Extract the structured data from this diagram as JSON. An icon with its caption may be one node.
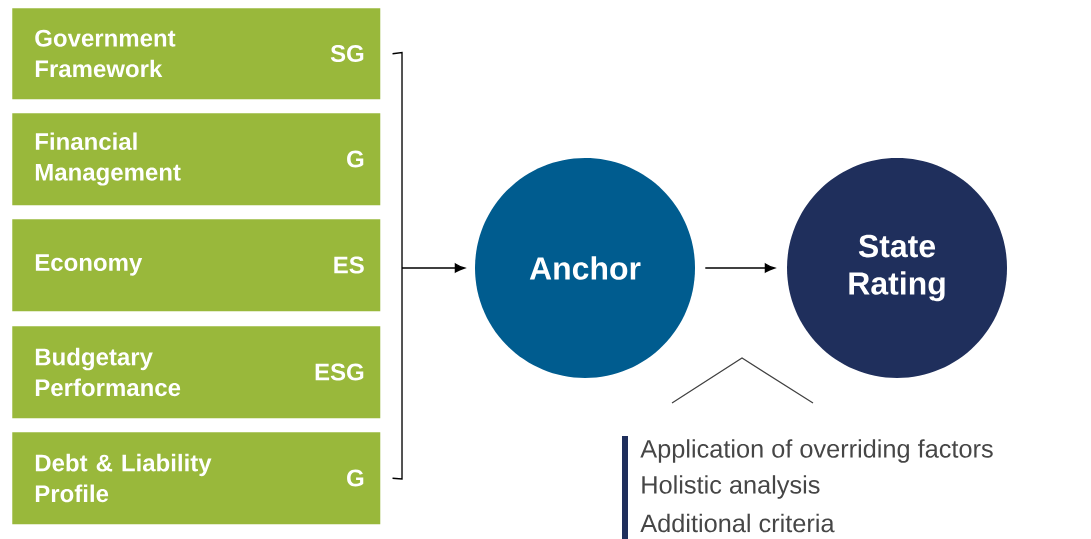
{
  "diagram": {
    "nodes": [
      {
        "text": [
          "Government Framework",
          "SG"
        ]
      },
      {
        "text": [
          "Financial Management",
          "G"
        ]
      },
      {
        "text": [
          "Economy",
          "ES"
        ]
      },
      {
        "text": [
          "Budgetary Performance",
          "ESG"
        ]
      },
      {
        "text": [
          "Debt & Liability Profile",
          "G"
        ]
      },
      {
        "text": [
          "Anchor"
        ]
      },
      {
        "text": [
          "State Rating"
        ]
      }
    ],
    "edges": [
      {
        "from": 0,
        "to": 5,
        "arrow": "to"
      },
      {
        "from": 4,
        "to": 5,
        "arrow": "to"
      },
      {
        "from": 5,
        "to": 6,
        "arrow": "to"
      }
    ],
    "labels": [
      "Application of overriding factors",
      "Holistic analysis",
      "Additional criteria"
    ]
  }
}
